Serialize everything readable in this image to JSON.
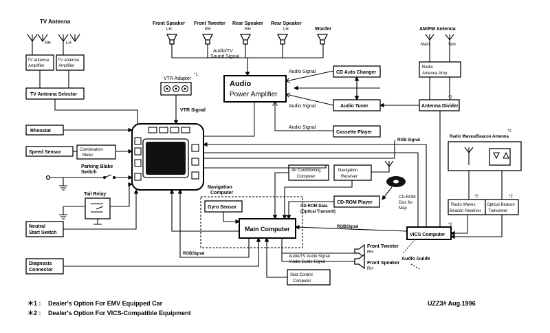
{
  "antennas": {
    "tv": "TV Antenna",
    "rh": "RH",
    "lh": "LH",
    "am_fm": "AM/FM Antenna",
    "main": "Main",
    "sub": "Sub"
  },
  "speakers": {
    "front_speaker": "Front Speaker",
    "front_speaker_side": "LH",
    "front_tweeter": "Front Tweeter",
    "front_tweeter_side": "RH",
    "rear_speaker_rh": "Rear Speaker",
    "rear_speaker_rh_side": "RH",
    "rear_speaker_lh": "Rear Speaker",
    "rear_speaker_lh_side": "LH",
    "woofer": "Woofer",
    "sound_signal_1": "Audio/TV",
    "sound_signal_2": "Sound Signal"
  },
  "components": {
    "tv_amp_1": "TV antenna",
    "tv_amp_2": "Amplifier",
    "tv_selector": "TV Antenna Selector",
    "vtr_adapter": "VTR Adapter",
    "vtr_mark": "*1",
    "vtr_signal": "VTR Signal",
    "audio_amp_1": "Audio",
    "audio_amp_2": "Power Amplifier",
    "cd_changer": "CD Auto Changer",
    "audio_tuner": "Audio Tuner",
    "cassette": "Cassette Player",
    "radio_amp_1": "Radio",
    "radio_amp_2": "Antenna Amp.",
    "antenna_divider": "Antenna Divider",
    "antenna_divider_mark": "*2",
    "rheostat": "Rheostat",
    "speed_sensor": "Speed Sensor",
    "combination_meter_1": "Combination",
    "combination_meter_2": "Meter",
    "parking_brake_1": "Parking Blake",
    "parking_brake_2": "Switch",
    "tail_relay": "Tail Relay",
    "neutral_1": "Neutral",
    "neutral_2": "Start Switch",
    "diagnosis_1": "Diagnosis",
    "diagnosis_2": "Connector",
    "air_con_1": "Air Conditioning",
    "air_con_2": "Computer",
    "nav_receiver_1": "Navigation",
    "nav_receiver_2": "Receiver",
    "nav_computer_1": "Navigation",
    "nav_computer_2": "Computer",
    "gyro": "Gyro Sensor",
    "cdrom_player": "CD-ROM Player",
    "cdrom_data_1": "CD-ROM Data",
    "cdrom_data_2": "(Optical Transmit)",
    "cdrom_disc_1": "CD-ROM",
    "cdrom_disc_2": "Disc for",
    "cdrom_disc_3": "Map",
    "main_computer": "Main Computer",
    "vics": "VICS Computer",
    "vics_mark": "*2",
    "skid_1": "Skid Control",
    "skid_2": "Computer",
    "front_tweeter_2": "Front Tweeter",
    "front_tweeter_2_side": "RH",
    "front_speaker_2": "Front Speaker",
    "front_speaker_2_side": "RH",
    "audio_guide": "Audio Guide",
    "beacon_antenna": "Radio Waves/Beacon Antenna",
    "beacon_mark": "*2",
    "radio_receiver_1": "Radio Waves",
    "radio_receiver_2": "Beacon Receiver",
    "radio_receiver_mark": "*2",
    "optical_1": "Optical Beacon",
    "optical_2": "Tranceiver",
    "optical_mark": "*2"
  },
  "signals": {
    "audio_signal": "Audio Signal",
    "rgb_signal": "RGB Signal",
    "rgb_signal_2": "RGBSignal",
    "rgb_signal_3": "RGBSignal",
    "guide_signal_1": "Audio/TV Audio Signal",
    "guide_signal_2": "/Audio Guide Signal"
  },
  "footnotes": {
    "note1_mark": "＊1 :",
    "note1": "Dealer's Option For EMV Equipped Car",
    "note2_mark": "＊2 :",
    "note2": "Dealer's Option For VICS-Compatible Equipment"
  },
  "model_code": "UZZ3#  Aug.1996"
}
